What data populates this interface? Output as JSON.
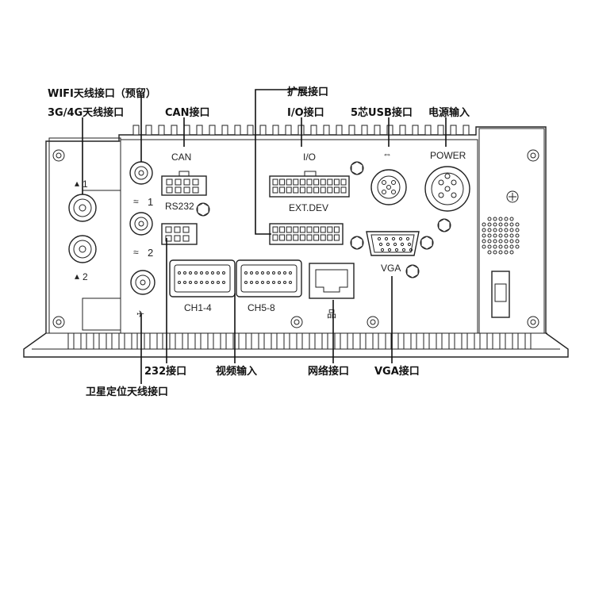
{
  "callouts": {
    "wifi": "WIFI天线接口（预留）",
    "g34": "3G/4G天线接口",
    "can": "CAN接口",
    "expand": "扩展接口",
    "io": "I/O接口",
    "usb": "5芯USB接口",
    "power": "电源输入",
    "rs232": "232接口",
    "video": "视频输入",
    "network": "网络接口",
    "vga": "VGA接口",
    "gps": "卫星定位天线接口"
  },
  "panel": {
    "can": "CAN",
    "io": "I/O",
    "power": "POWER",
    "rs232": "RS232",
    "extdev": "EXT.DEV",
    "vga": "VGA",
    "ch14": "CH1-4",
    "ch58": "CH5-8",
    "ant1": "1",
    "ant2": "2",
    "wifi1": "1",
    "wifi2": "2"
  }
}
